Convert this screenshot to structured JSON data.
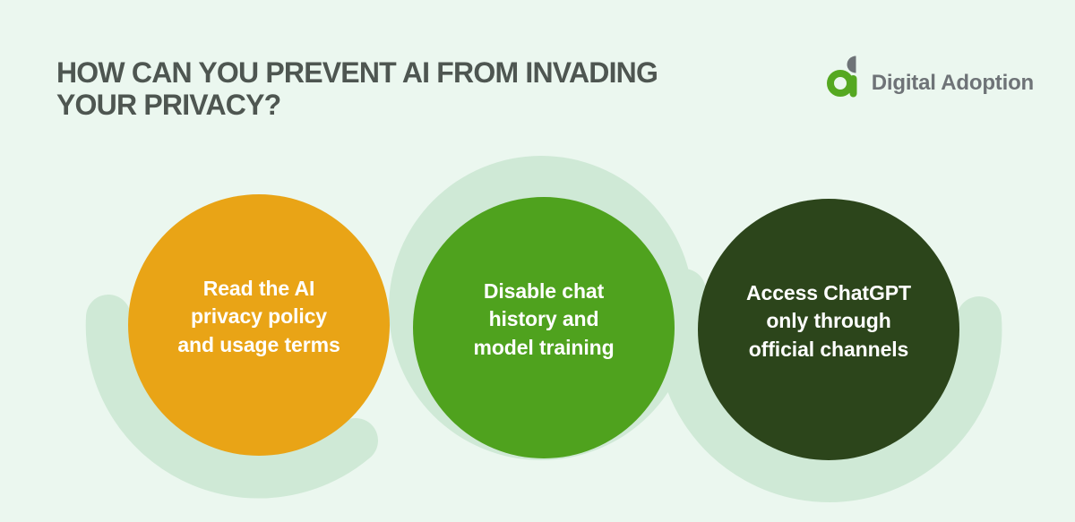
{
  "page": {
    "background_color": "#EBF7EF",
    "decor_color": "#CFE9D6"
  },
  "header": {
    "title": "HOW CAN YOU PREVENT AI FROM INVADING\nYOUR PRIVACY?",
    "title_color": "#4E5651"
  },
  "logo": {
    "text": "Digital Adoption",
    "text_color": "#6E7377",
    "icon_green": "#55A821",
    "icon_gray": "#6E7377"
  },
  "steps": [
    {
      "label": "Read the AI\nprivacy policy\nand usage terms",
      "color": "#E9A416",
      "text_color": "#FFFFFF"
    },
    {
      "label": "Disable chat\nhistory and\nmodel training",
      "color": "#4FA21E",
      "text_color": "#FFFFFF"
    },
    {
      "label": "Access ChatGPT\nonly through\nofficial channels",
      "color": "#2C451B",
      "text_color": "#FFFFFF"
    }
  ]
}
